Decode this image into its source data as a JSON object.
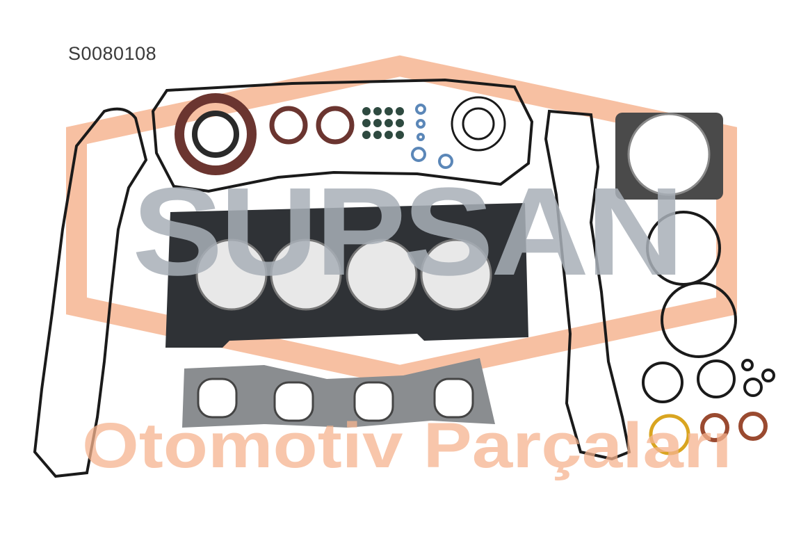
{
  "product": {
    "part_code": "S0080108"
  },
  "watermark": {
    "brand": "SUPSAN",
    "slogan": "Otomotiv Parçaları",
    "accent_color": "#f4a57a",
    "brand_color": "#a9b0b8"
  }
}
